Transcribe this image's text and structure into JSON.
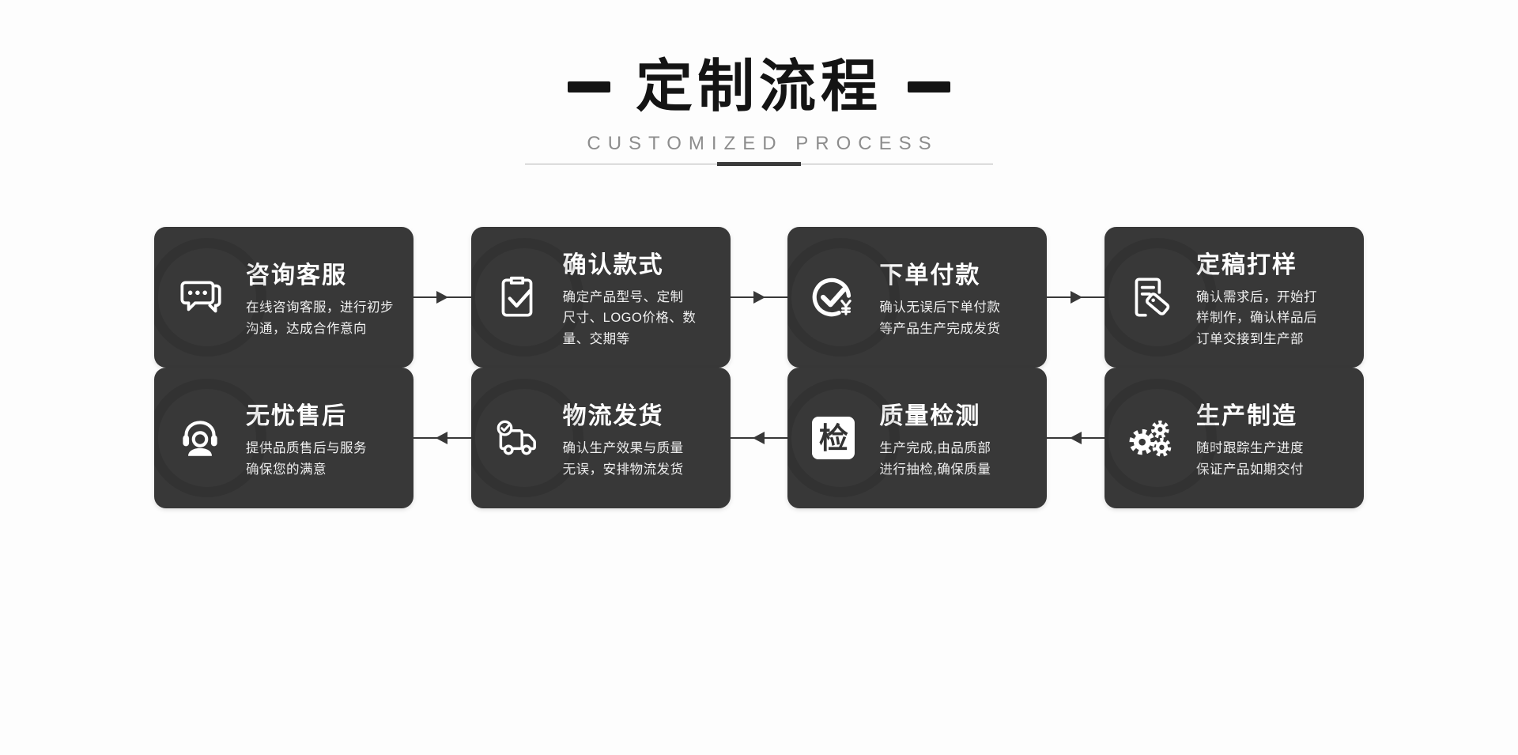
{
  "header": {
    "title": "定制流程",
    "subtitle": "CUSTOMIZED PROCESS"
  },
  "colors": {
    "page_bg": "#fdfdfd",
    "card_bg": "#383838",
    "title_text": "#141414",
    "subtitle_text": "#8d8d8d",
    "card_title_text": "#ffffff",
    "card_desc_text": "#f0f0f0",
    "connector": "#383838",
    "down_arrow": "#262626"
  },
  "rows": [
    {
      "arrow_direction": "right",
      "cards": [
        {
          "icon": "chat-bubbles-icon",
          "title": "咨询客服",
          "desc": "在线咨询客服，进行初步\n沟通，达成合作意向"
        },
        {
          "icon": "clipboard-check-icon",
          "title": "确认款式",
          "desc": "确定产品型号、定制\n尺寸、LOGO价格、数\n量、交期等"
        },
        {
          "icon": "circle-check-yen-icon",
          "title": "下单付款",
          "desc": "确认无误后下单付款\n等产品生产完成发货"
        },
        {
          "icon": "document-tag-icon",
          "title": "定稿打样",
          "desc": "确认需求后，开始打\n样制作，确认样品后\n订单交接到生产部"
        }
      ]
    },
    {
      "arrow_direction": "left",
      "cards": [
        {
          "icon": "headset-agent-icon",
          "title": "无忧售后",
          "desc": "提供品质售后与服务\n确保您的满意"
        },
        {
          "icon": "delivery-truck-icon",
          "title": "物流发货",
          "desc": "确认生产效果与质量\n无误，安排物流发货"
        },
        {
          "icon": "inspection-badge-icon",
          "icon_text": "检",
          "title": "质量检测",
          "desc": "生产完成,由品质部\n进行抽检,确保质量"
        },
        {
          "icon": "gears-icon",
          "title": "生产制造",
          "desc": "随时跟踪生产进度\n保证产品如期交付"
        }
      ]
    }
  ]
}
